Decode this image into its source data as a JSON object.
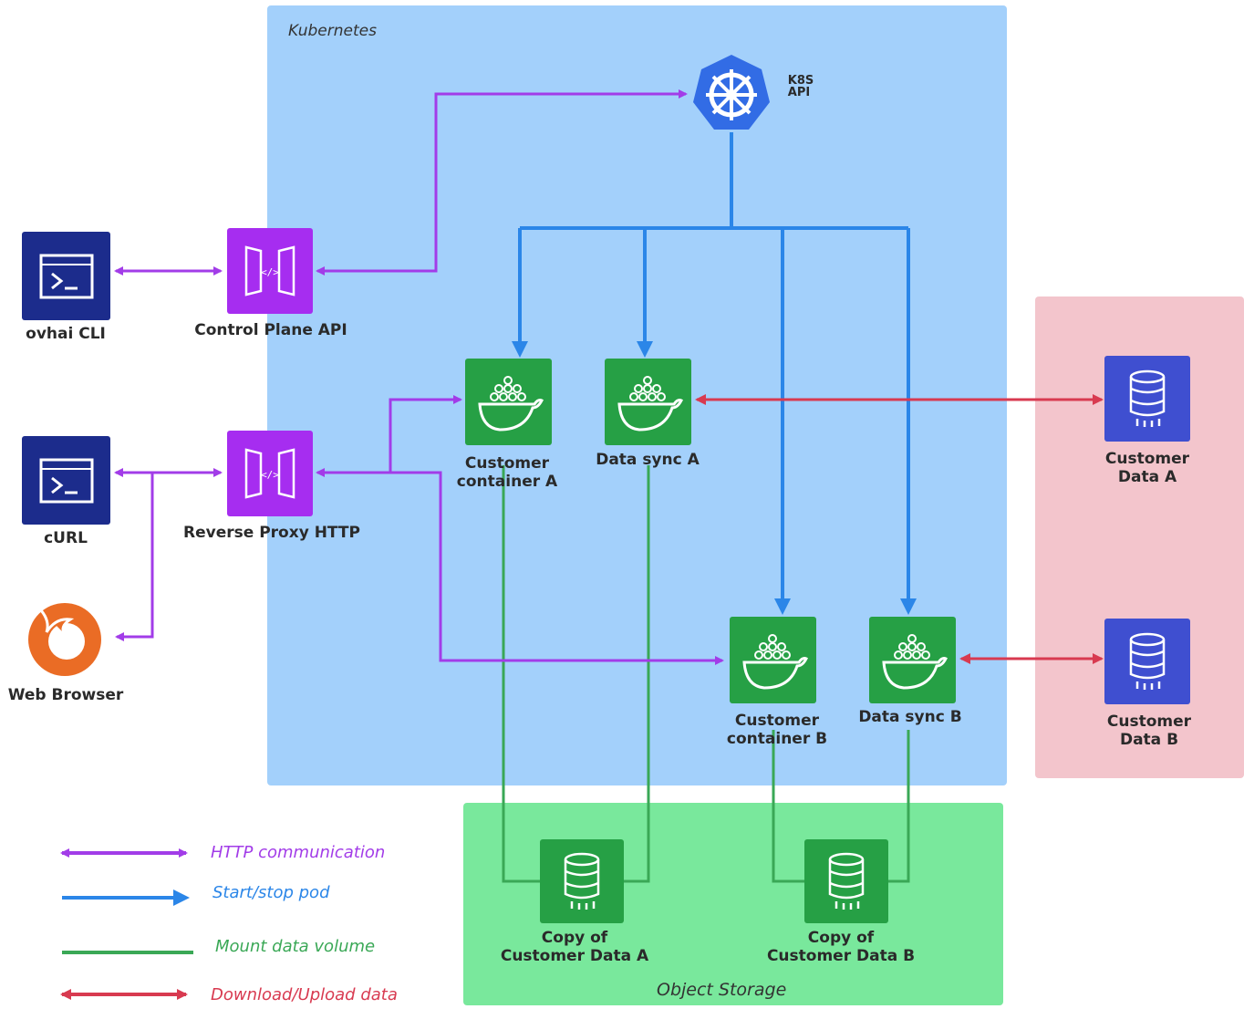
{
  "regions": {
    "kubernetes": "Kubernetes",
    "object_storage": "Object Storage"
  },
  "nodes": {
    "k8s_api": "K8S\nAPI",
    "ovhai_cli": "ovhai CLI",
    "control_plane_api": "Control Plane API",
    "curl": "cURL",
    "reverse_proxy": "Reverse Proxy HTTP",
    "web_browser": "Web Browser",
    "customer_container_a": "Customer\ncontainer A",
    "data_sync_a": "Data sync A",
    "customer_container_b": "Customer\ncontainer B",
    "data_sync_b": "Data sync B",
    "customer_data_a": "Customer Data A",
    "customer_data_b": "Customer Data B",
    "copy_customer_data_a": "Copy of\nCustomer Data A",
    "copy_customer_data_b": "Copy of\nCustomer Data B"
  },
  "legend": [
    {
      "label": "HTTP communication",
      "color": "#a23ce8"
    },
    {
      "label": "Start/stop pod",
      "color": "#2b86e8"
    },
    {
      "label": "Mount data volume",
      "color": "#3aa856"
    },
    {
      "label": "Download/Upload data",
      "color": "#d83a50"
    }
  ],
  "colors": {
    "kubernetes_bg": "#a3d0fb",
    "object_storage_bg": "#79e89c",
    "external_bg": "#f3c5cc",
    "cli_box": "#1c2c8c",
    "api_box": "#a62df0",
    "container_box": "#26a045",
    "data_box": "#3f4fd0",
    "k8s_logo": "#326ce5",
    "browser_icon": "#ea6c25"
  }
}
